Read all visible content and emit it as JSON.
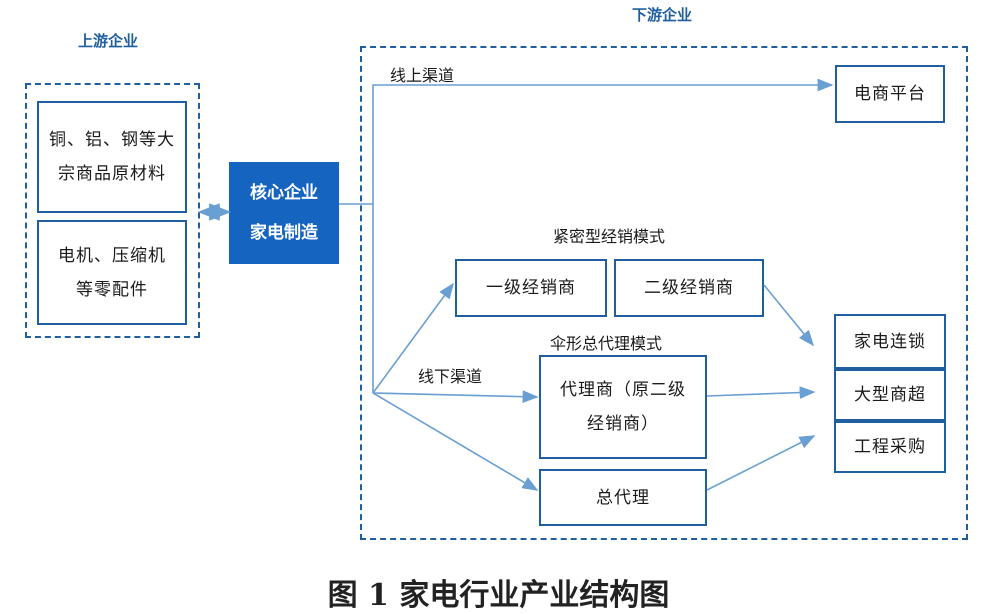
{
  "upstream": {
    "title": "上游企业",
    "items": [
      "铜、铝、钢等大宗商品原材料",
      "电机、压缩机等零配件"
    ]
  },
  "downstream": {
    "title": "下游企业"
  },
  "core": {
    "line1": "核心企业",
    "line2": "家电制造"
  },
  "channels": {
    "online": "线上渠道",
    "offline": "线下渠道"
  },
  "online_target": "电商平台",
  "modes": {
    "compact": "紧密型经销模式",
    "umbrella": "伞形总代理模式"
  },
  "nodes": {
    "level1": "一级经销商",
    "level2": "二级经销商",
    "agent": "代理商（原二级经销商）",
    "general_agent": "总代理"
  },
  "terminals": [
    "家电连锁",
    "大型商超",
    "工程采购"
  ],
  "caption": "图 1  家电行业产业结构图",
  "colors": {
    "line": "#1f5f9f",
    "arrow": "#6a9fd4",
    "core_fill": "#1565c0"
  }
}
